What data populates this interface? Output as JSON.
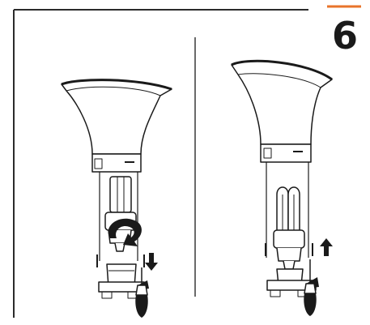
{
  "step": {
    "number": "6",
    "accent_color": "#e8732a"
  },
  "colors": {
    "ink": "#1a1a1a",
    "paper": "#ffffff",
    "divider": "#2b2b2b"
  },
  "panels": [
    {
      "id": "remove-bulb",
      "action": "screw-off",
      "arrow_direction": "down"
    },
    {
      "id": "install-bulb",
      "action": "insert",
      "arrow_direction": "up"
    }
  ]
}
